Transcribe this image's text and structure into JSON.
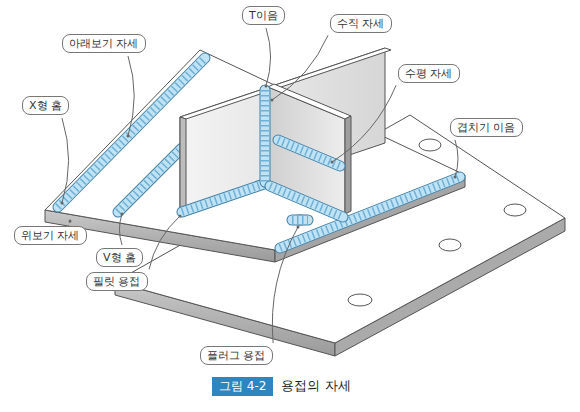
{
  "diagram": {
    "caption": "용접의 자세",
    "labels": [
      "아래보기 자세",
      "T이음",
      "수직 자세",
      "X형 홈",
      "수평 자세",
      "겹치기 이음",
      "위보기 자세",
      "V형 홈",
      "필릿 용접",
      "플러그 용접",
      "그림 4-2"
    ]
  }
}
